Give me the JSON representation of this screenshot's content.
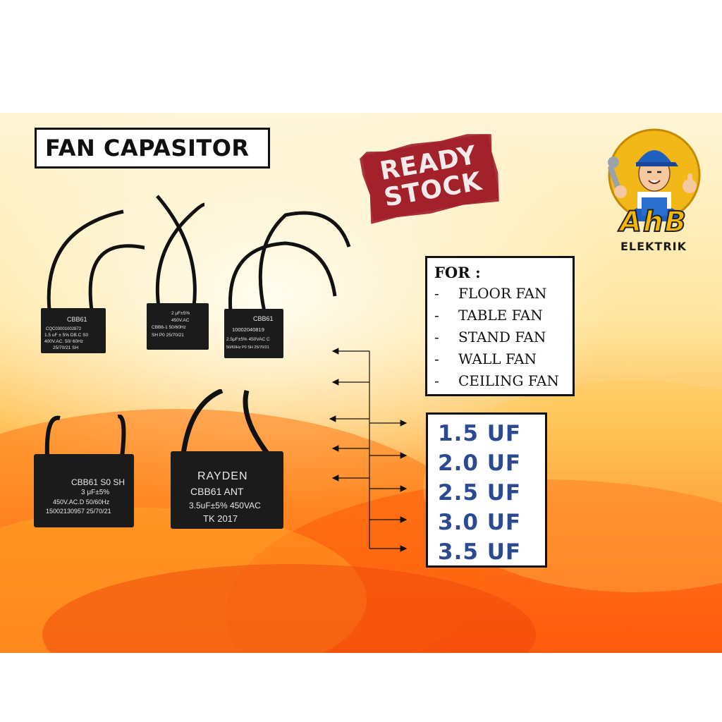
{
  "title": "FAN CAPASITOR",
  "stamp": {
    "line1": "READY",
    "line2": "STOCK",
    "color": "#a3212a"
  },
  "logo": {
    "brand": "AhB",
    "subtitle": "ELEKTRIK"
  },
  "for_box": {
    "heading": "FOR :",
    "items": [
      {
        "dash": "-",
        "label": "FLOOR FAN"
      },
      {
        "dash": "-",
        "label": "TABLE FAN"
      },
      {
        "dash": "-",
        "label": "STAND FAN"
      },
      {
        "dash": "-",
        "label": "WALL FAN"
      },
      {
        "dash": "-",
        "label": "CEILING FAN"
      }
    ]
  },
  "values": [
    "1.5 UF",
    "2.0 UF",
    "2.5 UF",
    "3.0 UF",
    "3.5 UF"
  ],
  "capacitors": [
    {
      "lines": [
        "CBB61",
        "CQC03001002872",
        "1.5 uF ± 5% DB.C S0",
        "400V.AC. 50/ 60Hz",
        "25/70/21 SH"
      ]
    },
    {
      "lines": [
        "2 μF±5%",
        "450V.AC",
        "CBB6-1  50/60Hz",
        "SH  P0  25/70/21"
      ]
    },
    {
      "lines": [
        "CBB61",
        "10002040819",
        "2.5μF±5% 450VAC C",
        "50/60Hz P0 SH 25/70/21"
      ]
    },
    {
      "lines": [
        "CBB61 S0 SH",
        "3 μF±5%",
        "450V.AC.D 50/60Hz",
        "15002130957  25/70/21"
      ]
    },
    {
      "lines": [
        "RAYDEN",
        "CBB61   ANT",
        "3.5uF±5% 450VAC",
        "TK 2017"
      ]
    }
  ],
  "colors": {
    "value_text": "#2b4a92",
    "brand_yellow": "#f6b800"
  }
}
